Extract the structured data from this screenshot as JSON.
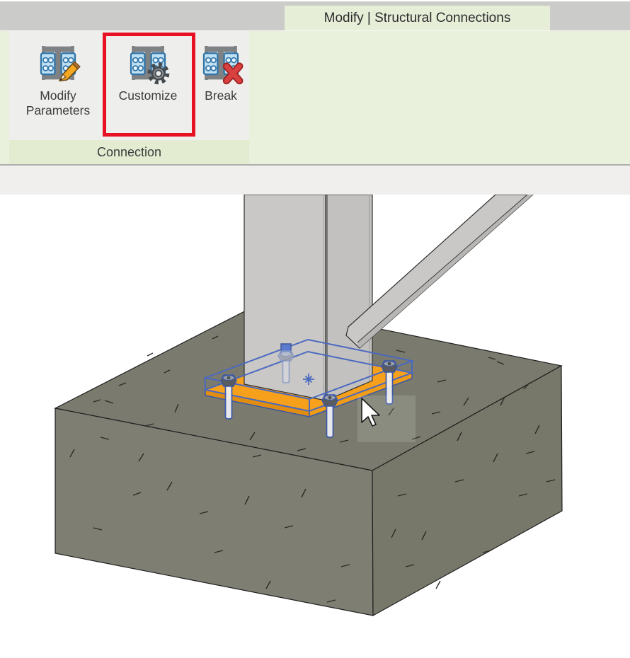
{
  "tab": {
    "label": "Modify | Structural Connections"
  },
  "ribbon": {
    "panel_label": "Connection",
    "buttons": [
      {
        "label_line1": "Modify",
        "label_line2": "Parameters"
      },
      {
        "label_line1": "Customize",
        "label_line2": ""
      },
      {
        "label_line1": "Break",
        "label_line2": ""
      }
    ],
    "highlight_color": "#e81123"
  },
  "icons": {
    "modify_parameters": "steel-connection-pencil-icon",
    "customize": "steel-connection-gear-icon",
    "break": "steel-connection-red-x-icon"
  },
  "viewport": {
    "elements": [
      "steel-column",
      "diagonal-brace",
      "concrete-footing",
      "base-plate",
      "anchor-bolts",
      "selection-box",
      "cursor"
    ],
    "colors": {
      "selection_blue": "#4a69c0",
      "base_plate_orange": "#f7a01c",
      "concrete_gray": "#7a7b6e",
      "steel_gray": "#c9c8c6",
      "highlight_red": "#e81123"
    }
  }
}
